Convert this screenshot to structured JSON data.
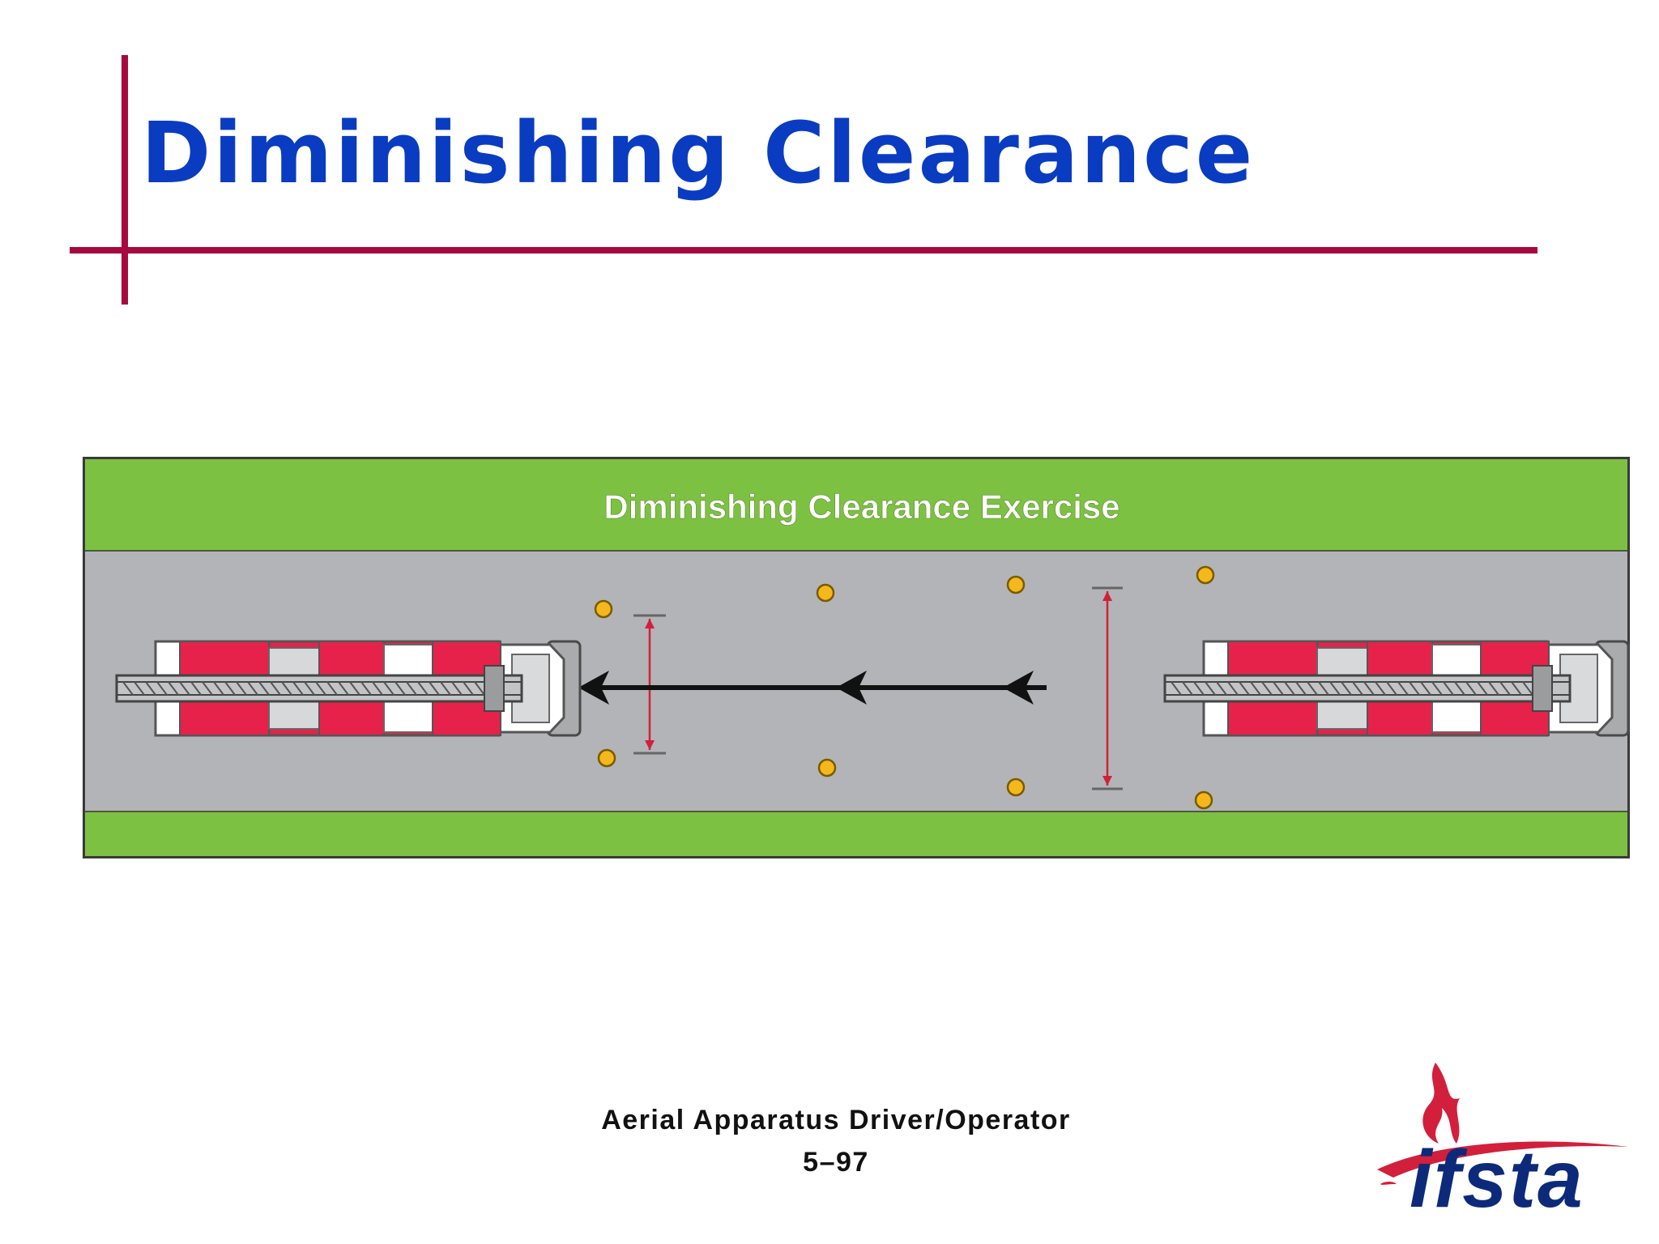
{
  "slide": {
    "title": "Diminishing Clearance"
  },
  "diagram": {
    "heading": "Diminishing Clearance Exercise",
    "colors": {
      "grass": "#7dc143",
      "road": "#b3b4b7",
      "cone": "#f5b81c",
      "truck_red": "#e6224b",
      "accent_red": "#a6093d",
      "title_blue": "#0a3cc2"
    },
    "icons": [
      "fire-truck-icon",
      "traffic-cone-icon",
      "direction-arrow-icon",
      "clearance-measure-icon"
    ]
  },
  "footer": {
    "course": "Aerial Apparatus Driver/Operator",
    "page": "5–97"
  },
  "logo": {
    "text": "ifsta"
  }
}
